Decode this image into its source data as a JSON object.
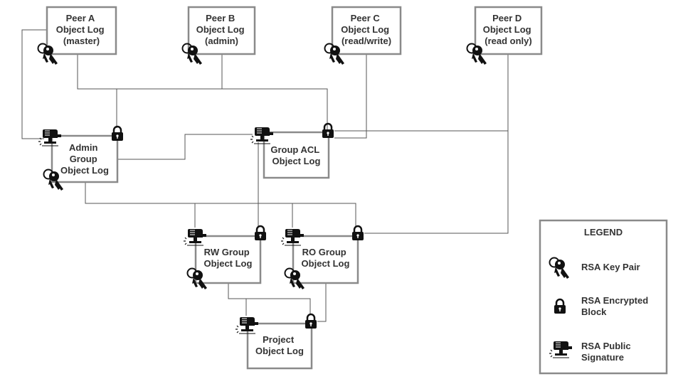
{
  "nodes": {
    "peer_a": {
      "lines": [
        "Peer A",
        "Object Log",
        "(master)"
      ]
    },
    "peer_b": {
      "lines": [
        "Peer B",
        "Object Log",
        "(admin)"
      ]
    },
    "peer_c": {
      "lines": [
        "Peer C",
        "Object Log",
        "(read/write)"
      ]
    },
    "peer_d": {
      "lines": [
        "Peer D",
        "Object Log",
        "(read only)"
      ]
    },
    "admin": {
      "lines": [
        "Admin",
        "Group",
        "Object Log"
      ]
    },
    "group_acl": {
      "lines": [
        "Group ACL",
        "Object Log"
      ]
    },
    "rw_group": {
      "lines": [
        "RW Group",
        "Object Log"
      ]
    },
    "ro_group": {
      "lines": [
        "RO Group",
        "Object Log"
      ]
    },
    "project": {
      "lines": [
        "Project",
        "Object Log"
      ]
    }
  },
  "legend": {
    "title": "LEGEND",
    "key_pair": [
      "RSA Key Pair"
    ],
    "encrypted_block": [
      "RSA Encrypted",
      "Block"
    ],
    "public_signature": [
      "RSA Public",
      "Signature"
    ]
  },
  "icons": {
    "key": "rsa-key-pair-icon",
    "lock": "rsa-encrypted-block-icon",
    "signature": "rsa-public-signature-icon"
  },
  "colors": {
    "box_border": "#8a8a8a",
    "line": "#555555",
    "icon": "#111111",
    "text": "#333333"
  }
}
